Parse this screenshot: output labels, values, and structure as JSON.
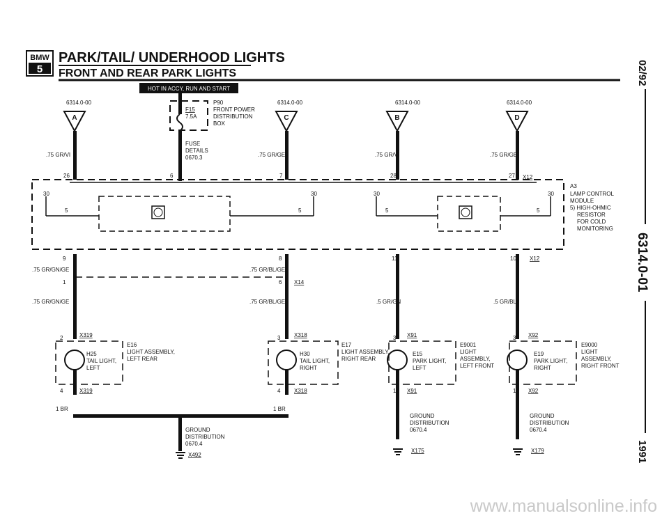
{
  "header": {
    "logo_top": "BMW",
    "logo_bottom": "5",
    "title": "PARK/TAIL/ UNDERHOOD LIGHTS",
    "subtitle": "FRONT AND REAR PARK LIGHTS"
  },
  "hot_label": "HOT IN ACCY, RUN AND START",
  "side": {
    "date": "02/92",
    "code": "6314.0-01",
    "year": "1991"
  },
  "sources": [
    {
      "ref": "6314.0-00",
      "letter": "A",
      "wire": ".75 GR/VI",
      "pin": "26"
    },
    {
      "ref": "6314.0-00",
      "letter": "C",
      "wire": ".75 GR/GE",
      "pin": "7"
    },
    {
      "ref": "6314.0-00",
      "letter": "B",
      "wire": ".75 GR/VI",
      "pin": "28"
    },
    {
      "ref": "6314.0-00",
      "letter": "D",
      "wire": ".75 GR/GE",
      "pin": "27"
    }
  ],
  "fuse": {
    "ref": "P90",
    "name": "F15",
    "rating": "7.5A",
    "box": [
      "FRONT POWER",
      "DISTRIBUTION",
      "BOX"
    ],
    "details": [
      "FUSE",
      "DETAILS",
      "0670.3"
    ],
    "pin": "6"
  },
  "module": {
    "connector": "X12",
    "ref": "A3",
    "lines": [
      "LAMP CONTROL",
      "MODULE",
      "5)  HIGH-OHMIC",
      "RESISTOR",
      "FOR COLD",
      "MONITORING"
    ],
    "pin30": "30",
    "pin5": "5"
  },
  "outputs": [
    {
      "pin": "9",
      "wire1": ".75 GR/GN/GE",
      "pin2": "1",
      "wire2": ".75 GR/GN/GE"
    },
    {
      "pin": "8",
      "wire1": ".75 GR/BL/GE",
      "pin2": "6",
      "wire2": ".75 GR/BL/GE",
      "conn": "X14"
    },
    {
      "pin": "11",
      "wire2": ".5 GR/GN"
    },
    {
      "pin": "10",
      "conn": "X12",
      "wire2": ".5 GR/BL"
    }
  ],
  "lamps": [
    {
      "conn": "X319",
      "top": "2",
      "bottom": "4",
      "code": "H25",
      "name": [
        "TAIL LIGHT,",
        "LEFT"
      ],
      "ref": "E16",
      "assembly": [
        "LIGHT ASSEMBLY,",
        "LEFT REAR"
      ]
    },
    {
      "conn": "X318",
      "top": "3",
      "bottom": "4",
      "code": "H30",
      "name": [
        "TAIL LIGHT,",
        "RIGHT"
      ],
      "ref": "E17",
      "assembly": [
        "LIGHT ASSEMBLY,",
        "RIGHT REAR"
      ]
    },
    {
      "conn": "X91",
      "top": "3",
      "bottom": "1",
      "code": "E15",
      "name": [
        "PARK LIGHT,",
        "LEFT"
      ],
      "ref": "E9001",
      "assembly": [
        "LIGHT",
        "ASSEMBLY,",
        "LEFT FRONT"
      ]
    },
    {
      "conn": "X92",
      "top": "3",
      "bottom": "1",
      "code": "E19",
      "name": [
        "PARK LIGHT,",
        "RIGHT"
      ],
      "ref": "E9000",
      "assembly": [
        "LIGHT",
        "ASSEMBLY,",
        "RIGHT FRONT"
      ]
    }
  ],
  "grounds": [
    {
      "wire_left": "1 BR",
      "wire_right": "1 BR",
      "lines": [
        "GROUND",
        "DISTRIBUTION",
        "0670.4"
      ],
      "conn": "X492"
    },
    {
      "lines": [
        "GROUND",
        "DISTRIBUTION",
        "0670.4"
      ],
      "conn": "X175"
    },
    {
      "lines": [
        "GROUND",
        "DISTRIBUTION",
        "0670.4"
      ],
      "conn": "X179"
    }
  ],
  "watermark": "www.manualsonline.info"
}
